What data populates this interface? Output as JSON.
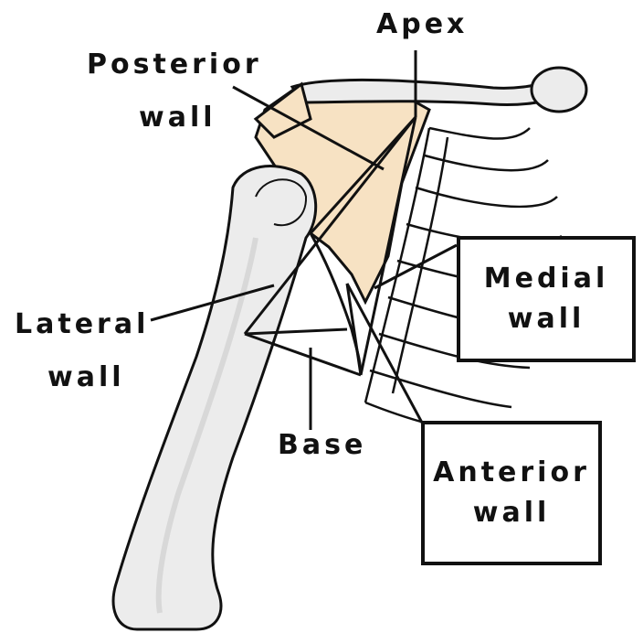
{
  "labels": {
    "apex": "Apex",
    "posterior_wall_line1": "Posterior",
    "posterior_wall_line2": "wall",
    "lateral_wall_line1": "Lateral",
    "lateral_wall_line2": "wall",
    "base": "Base",
    "medial_wall_line1": "Medial",
    "medial_wall_line2": "wall",
    "anterior_wall_line1": "Anterior",
    "anterior_wall_line2": "wall"
  },
  "colors": {
    "scapula_fill": "#f7e2c3",
    "bone_fill": "#ececec",
    "outline": "#111111"
  }
}
